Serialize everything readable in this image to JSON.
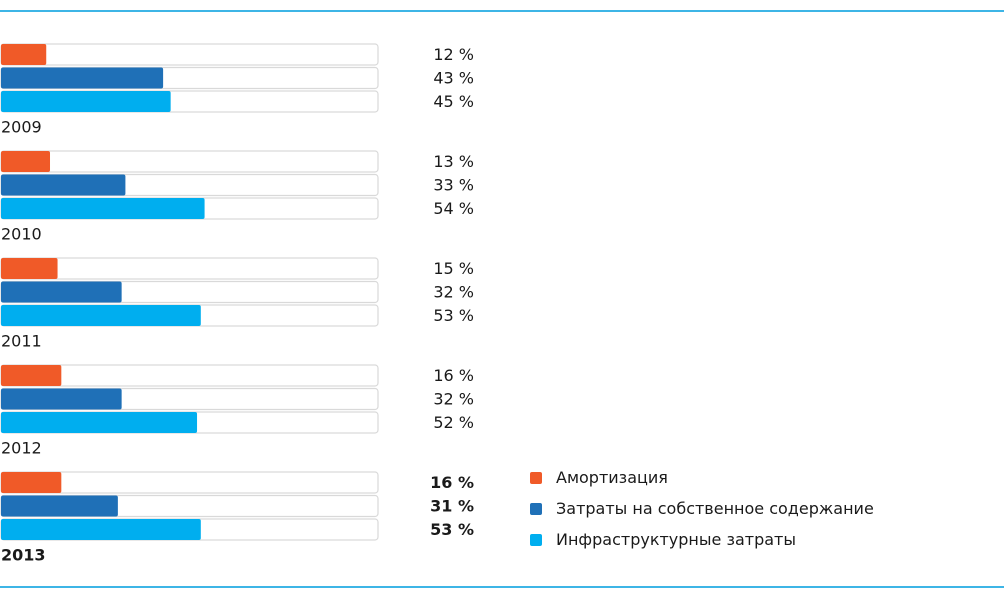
{
  "chart_data": {
    "type": "bar",
    "orientation": "horizontal",
    "categories": [
      "2009",
      "2010",
      "2011",
      "2012",
      "2013"
    ],
    "unit": "%",
    "highlighted_category": "2013",
    "xlim": [
      0,
      100
    ],
    "series": [
      {
        "name": "Амортизация",
        "color": "#f05a28",
        "values": [
          12,
          13,
          15,
          16,
          16
        ]
      },
      {
        "name": "Затраты на собственное содержание",
        "color": "#1f70b7",
        "values": [
          43,
          33,
          32,
          32,
          31
        ]
      },
      {
        "name": "Инфраструктурные затраты",
        "color": "#00aeef",
        "values": [
          45,
          54,
          53,
          52,
          53
        ]
      }
    ],
    "legend_position": "bottom-right",
    "grid": false
  },
  "colors": {
    "rule": "#3db5e6",
    "track_border": "#d9d9d9"
  }
}
